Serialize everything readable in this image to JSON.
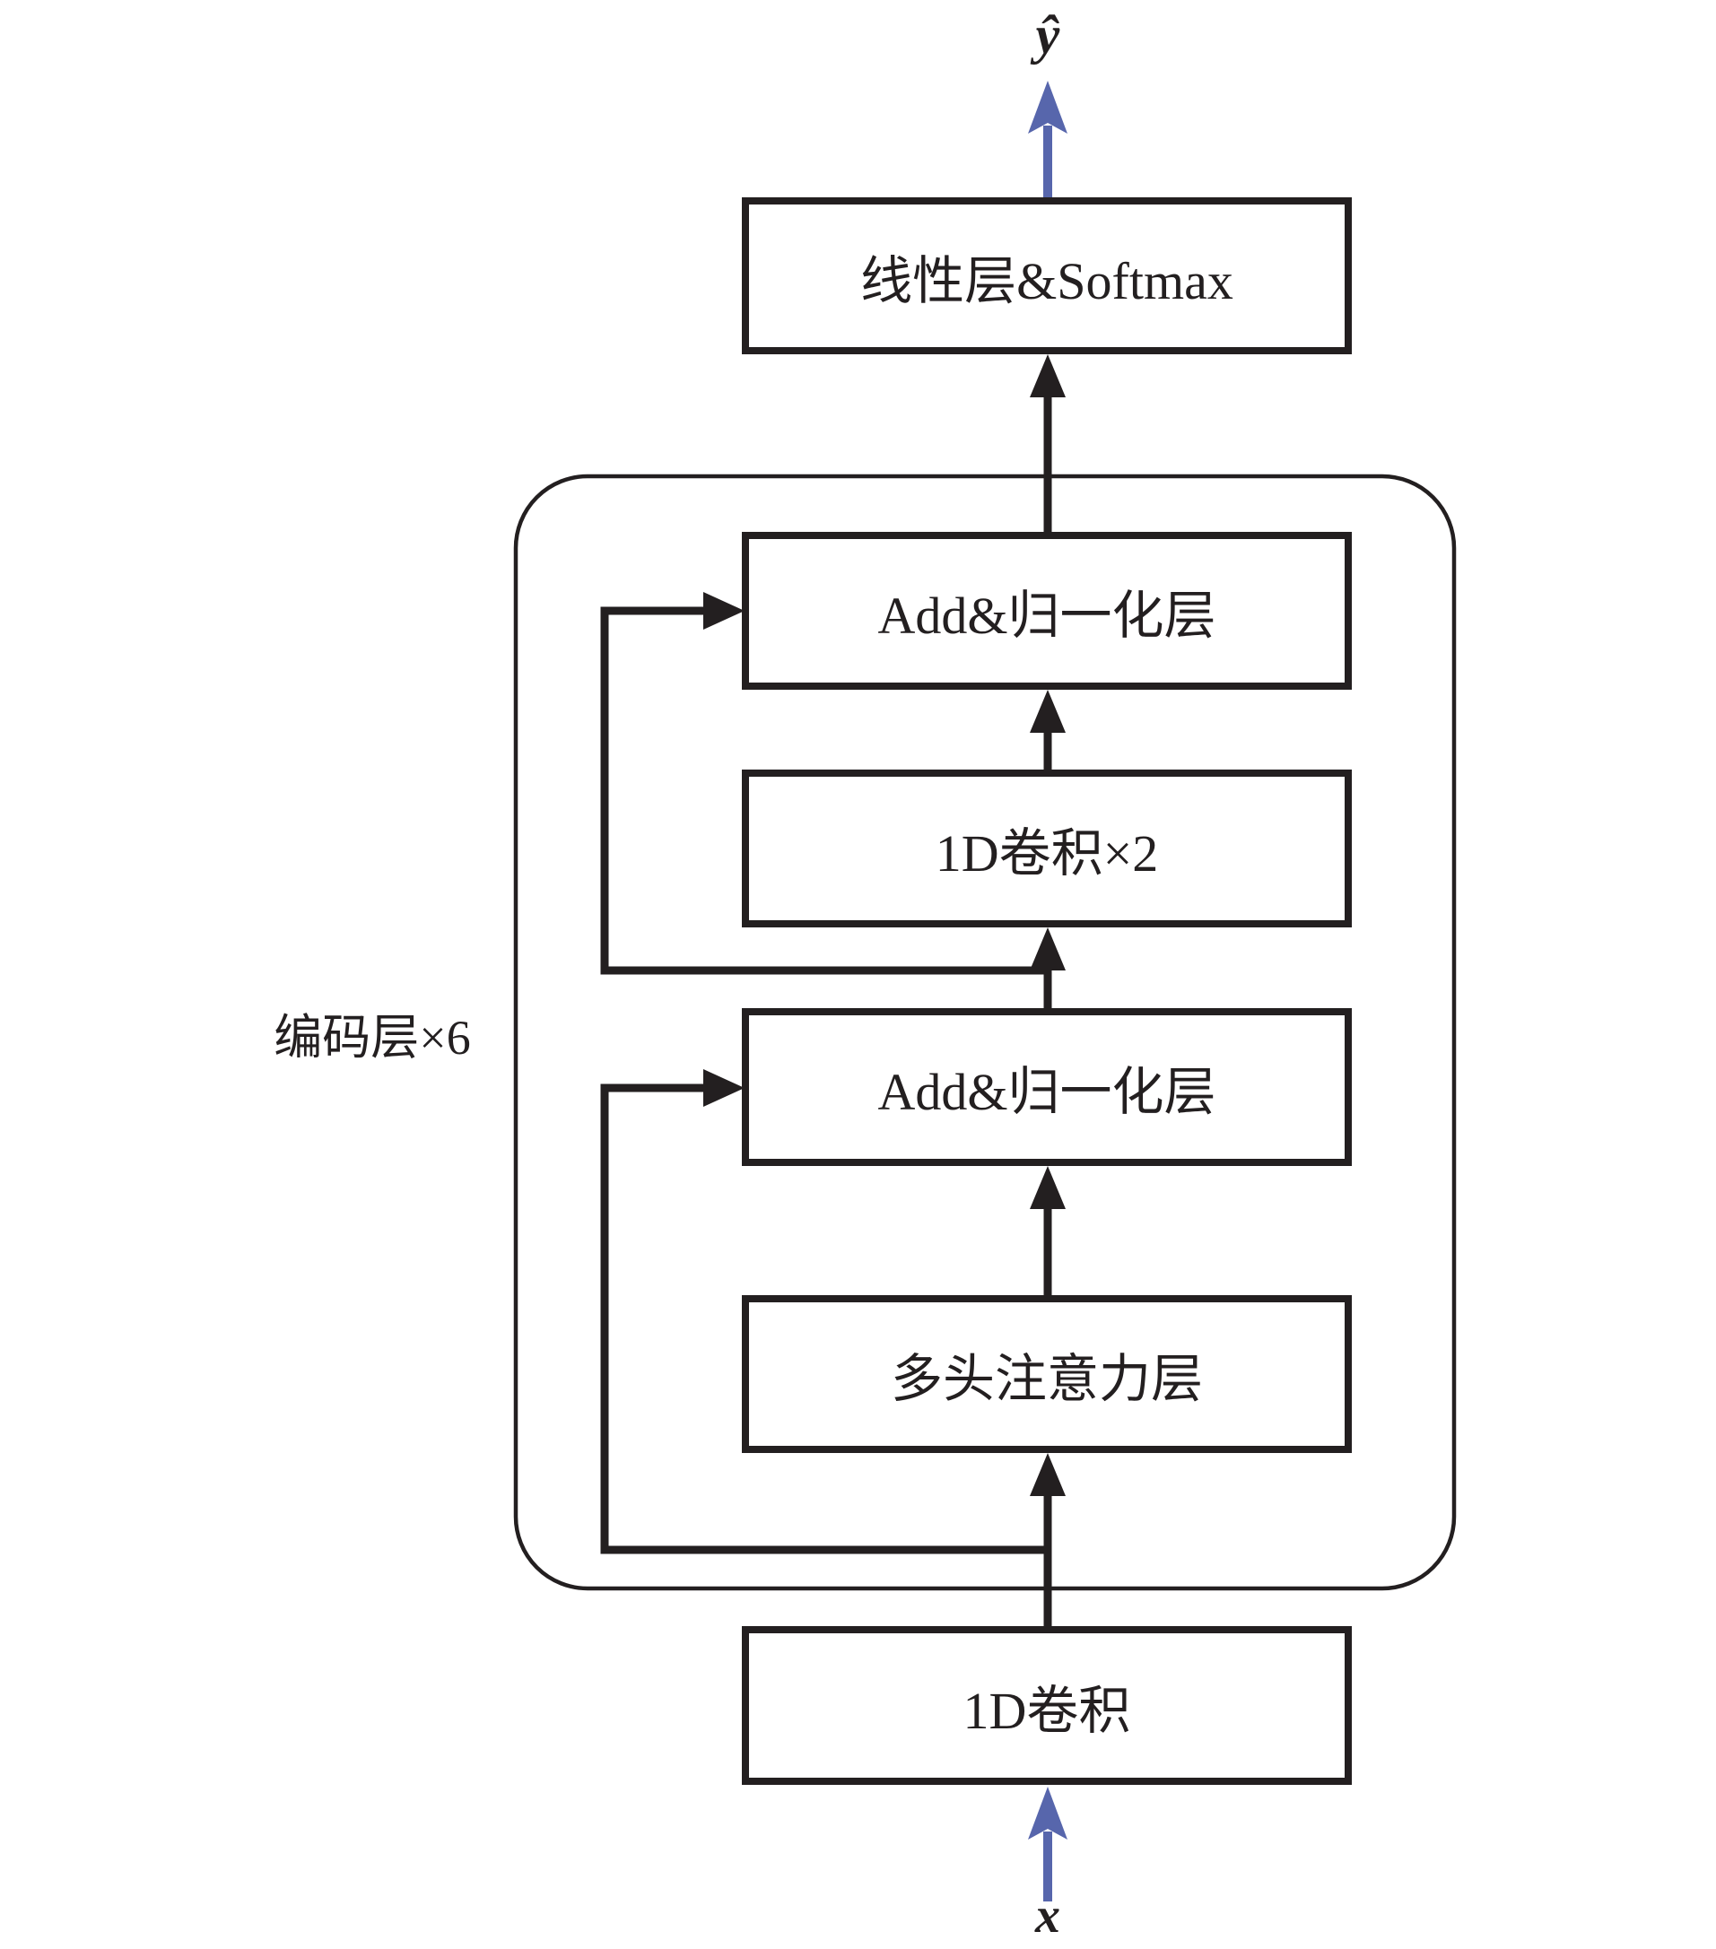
{
  "labels": {
    "output": "ŷ",
    "input": "x",
    "encoder_multiplier": "编码层×6"
  },
  "boxes": {
    "linear_softmax": "线性层&Softmax",
    "add_norm_upper": "Add&归一化层",
    "conv1d_x2": "1D卷积×2",
    "add_norm_lower": "Add&归一化层",
    "multi_head_attention": "多头注意力层",
    "conv1d": "1D卷积"
  },
  "colors": {
    "line_black": "#231f20",
    "arrow_blue": "#5766ac",
    "background": "#ffffff"
  }
}
